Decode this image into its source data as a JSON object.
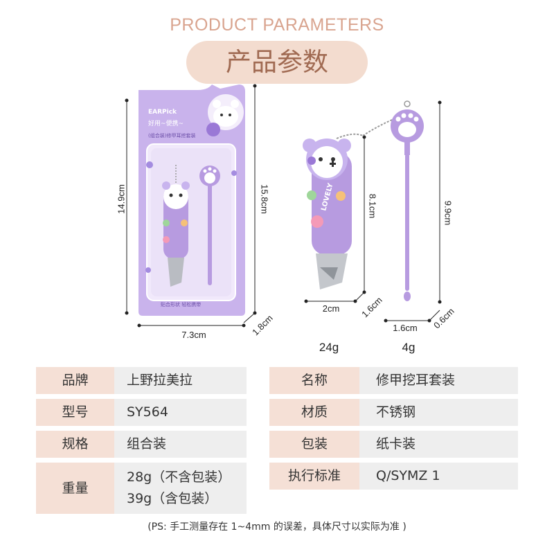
{
  "header": {
    "title_en": "PRODUCT PARAMETERS",
    "title_zh": "产品参数"
  },
  "dimensions": {
    "package_height": "14.9cm",
    "package_width": "7.3cm",
    "package_depth": "1.8cm",
    "package_height_side": "15.8cm",
    "clipper_length": "8.1cm",
    "clipper_width": "2cm",
    "clipper_thickness": "1.6cm",
    "earpick_length": "9.9cm",
    "earpick_width": "1.6cm",
    "earpick_thickness": "0.6cm"
  },
  "weights": {
    "clipper": "24g",
    "earpick": "4g"
  },
  "package_card": {
    "brand_text": "EARPick",
    "line1": "好用~便携~",
    "line2": "(组合装)修甲耳挖套装",
    "footer": "贴合形状 轻松携带",
    "clipper_text": "LOVELY"
  },
  "specs_left": [
    {
      "label": "品牌",
      "value": "上野拉美拉"
    },
    {
      "label": "型号",
      "value": "SY564"
    },
    {
      "label": "规格",
      "value": "组合装"
    },
    {
      "label": "重量",
      "value": "28g（不含包装）",
      "value2": "39g（含包装）"
    }
  ],
  "specs_right": [
    {
      "label": "名称",
      "value": "修甲挖耳套装"
    },
    {
      "label": "材质",
      "value": "不锈钢"
    },
    {
      "label": "包装",
      "value": "纸卡装"
    },
    {
      "label": "执行标准",
      "value": "Q/SYMZ 1"
    }
  ],
  "note": "(PS: 手工测量存在 1~4mm 的误差，具体尺寸以实际为准 )",
  "colors": {
    "accent_peach": "#f5e0d6",
    "value_gray": "#eeeeee",
    "product_purple": "#b79be0",
    "card_purple": "#c9b3ec"
  }
}
